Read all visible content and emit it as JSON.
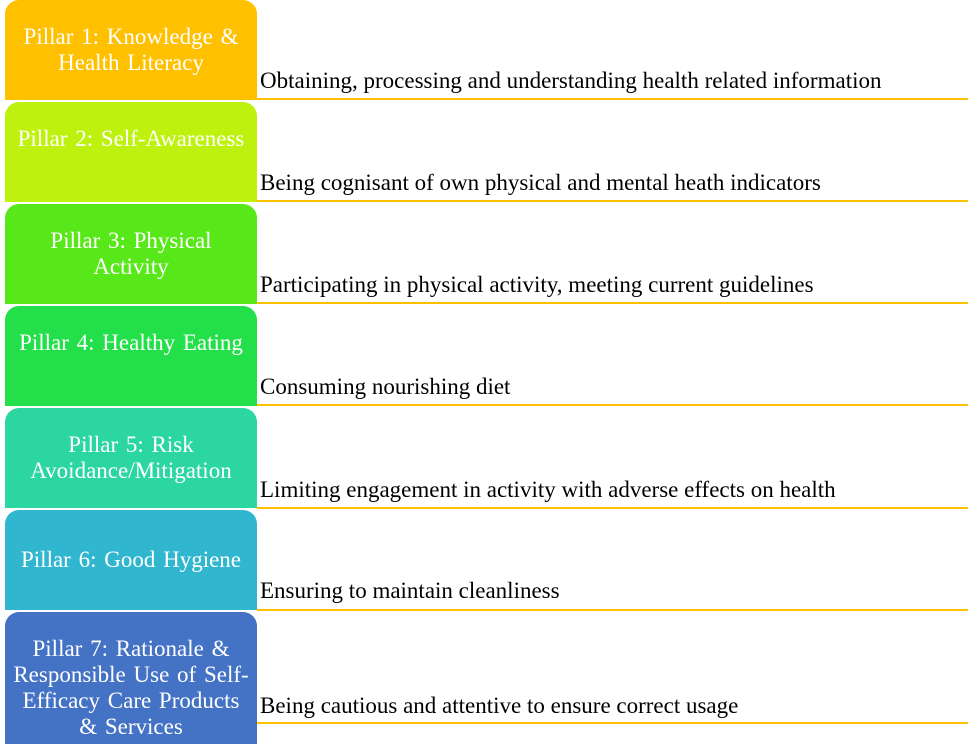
{
  "colors": {
    "rule": "#FFC000",
    "pillar_1": "#FFC000",
    "pillar_2": "#BEF20E",
    "pillar_3": "#58E81A",
    "pillar_4": "#23E04A",
    "pillar_5": "#2CD6A0",
    "pillar_6": "#31B6CF",
    "pillar_7": "#4472C4"
  },
  "pillars": [
    {
      "title": "Pillar 1: Knowledge & Health Literacy",
      "description": "Obtaining, processing and understanding health related information"
    },
    {
      "title": "Pillar 2: Self-Awareness",
      "description": "Being cognisant of own physical and mental heath indicators"
    },
    {
      "title": "Pillar 3: Physical Activity",
      "description": "Participating in physical activity, meeting current guidelines"
    },
    {
      "title": "Pillar 4: Healthy Eating",
      "description": "Consuming nourishing diet"
    },
    {
      "title": "Pillar 5: Risk Avoidance/Mitigation",
      "description": "Limiting engagement in activity with adverse effects on health"
    },
    {
      "title": "Pillar 6: Good Hygiene",
      "description": "Ensuring to maintain cleanliness"
    },
    {
      "title": "Pillar 7: Rationale & Responsible Use of Self-Efficacy Care Products & Services",
      "description": "Being cautious and attentive to ensure correct usage"
    }
  ]
}
